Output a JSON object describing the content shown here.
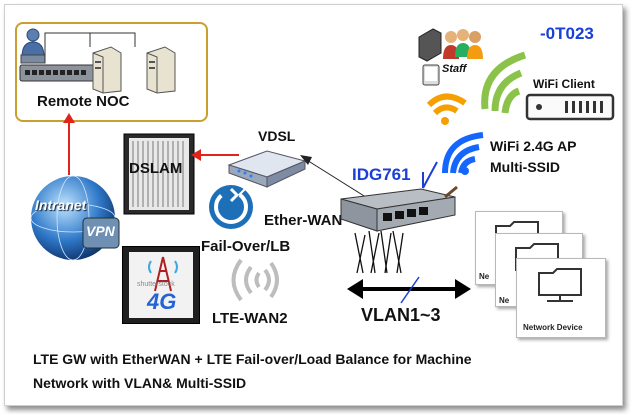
{
  "labels": {
    "model_code": "-0T023",
    "staff": "Staff",
    "wifi_client": "WiFi Client",
    "remote_noc": "Remote NOC",
    "vdsl": "VDSL",
    "wifi_ap_line1": "WiFi 2.4G AP",
    "wifi_ap_line2": "Multi-SSID",
    "device": "IDG761",
    "dslam": "DSLAM",
    "intranet": "Intranet",
    "vpn": "VPN",
    "ether_wan": "Ether-WAN",
    "failover": "Fail-Over/LB",
    "shutterstock": "shutterstock",
    "lte_4g": "4G",
    "lte_wan2": "LTE-WAN2",
    "vlan": "VLAN1~3",
    "network_device": "Network Device",
    "network_device_partial_1": "Ne",
    "network_device_partial_2": "Ne",
    "caption_line1": "LTE GW with EtherWAN + LTE Fail-over/Load Balance for Machine",
    "caption_line2": "Network with VLAN& Multi-SSID"
  },
  "colors": {
    "accent_blue": "#1a3fd6",
    "arrow_red": "#e0241b",
    "noc_border": "#c9a030",
    "wifi_blue": "#1565ff",
    "wifi_green": "#8bc34a",
    "wifi_orange": "#f5a000"
  },
  "icons": [
    "computer-user-icon",
    "network-switch-icon",
    "server-icon",
    "dslam-icon",
    "modem-icon",
    "globe-icon",
    "failover-icon",
    "lte-tower-icon",
    "router-icon",
    "wifi-icon",
    "tablet-icon",
    "staff-icon",
    "folder-network-icon"
  ]
}
